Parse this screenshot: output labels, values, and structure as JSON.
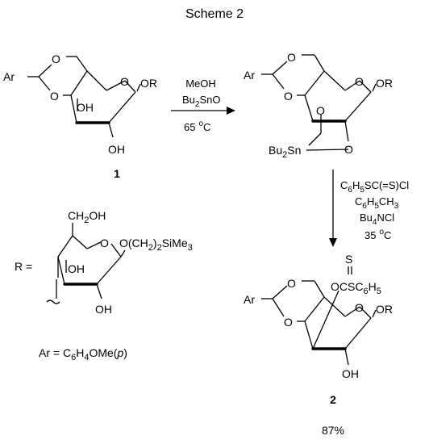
{
  "title": "Scheme 2",
  "compound1": {
    "number": "1",
    "ar": "Ar",
    "o_top": "O",
    "o_left": "O",
    "o_ring": "O",
    "or": "OR",
    "oh_upper": "OH",
    "oh_lower": "OH"
  },
  "step1": {
    "reagent1": "MeOH",
    "reagent2_main": "Bu",
    "reagent2_sub": "2",
    "reagent2_tail": "SnO",
    "temp": "65",
    "temp_unit": "C",
    "degree": "o"
  },
  "intermediate": {
    "ar": "Ar",
    "o_top": "O",
    "o_left": "O",
    "o_ring": "O",
    "or": "OR",
    "o_sn_upper": "O",
    "o_sn_lower": "O",
    "bu": "Bu",
    "bu_sub": "2",
    "sn": "Sn"
  },
  "step2": {
    "line1_parts": [
      "C",
      "6",
      "H",
      "5",
      "SC(=S)Cl"
    ],
    "line2_parts": [
      "C",
      "6",
      "H",
      "5",
      "CH",
      "3"
    ],
    "line3_parts": [
      "Bu",
      "4",
      "NCl"
    ],
    "temp": "35",
    "temp_unit": "C",
    "degree": "o"
  },
  "r_group": {
    "r_eq": "R =",
    "ch2oh_a": "CH",
    "ch2oh_sub": "2",
    "ch2oh_b": "OH",
    "o_ring": "O",
    "chain_a": "O(CH",
    "chain_sub": "2",
    "chain_b": ")",
    "chain_sub2": "2",
    "chain_c": "SiMe",
    "chain_sub3": "3",
    "oh_upper": "OH",
    "oh_lower": "OH"
  },
  "ar_def": {
    "text_a": "Ar = C",
    "sub1": "6",
    "text_b": "H",
    "sub2": "4",
    "text_c": "OMe(",
    "italic": "p",
    "text_d": ")"
  },
  "compound2": {
    "number": "2",
    "ar": "Ar",
    "o_top": "O",
    "o_left": "O",
    "o_ring": "O",
    "or": "OR",
    "oh": "OH",
    "s": "S",
    "ester_a": "OCSC",
    "ester_sub1": "6",
    "ester_b": "H",
    "ester_sub2": "5",
    "yield": "87%"
  }
}
